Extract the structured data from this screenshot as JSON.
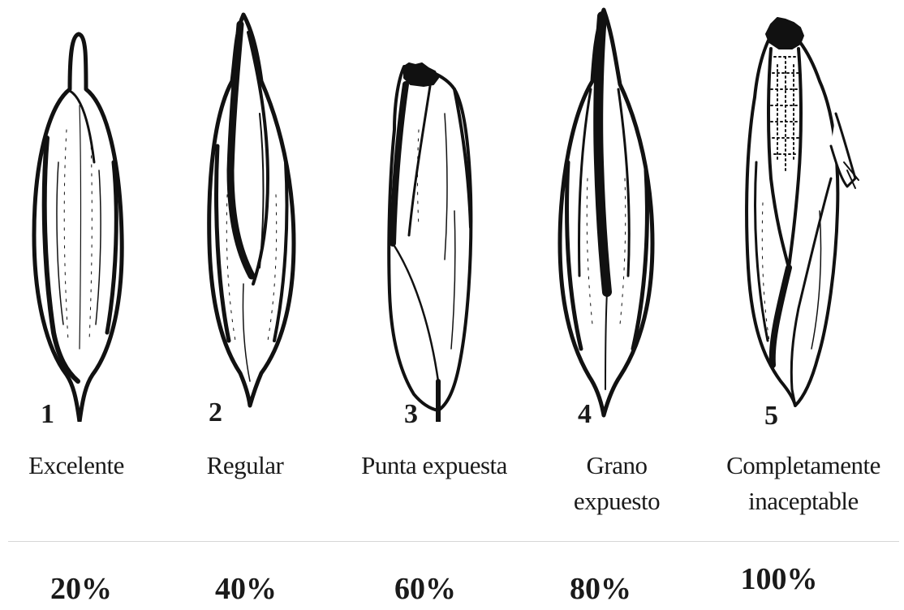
{
  "grades": [
    {
      "number": "1",
      "label_lines": [
        "Excelente"
      ],
      "percent": "20%",
      "icon": "grain-closed-hull-icon"
    },
    {
      "number": "2",
      "label_lines": [
        "Regular"
      ],
      "percent": "40%",
      "icon": "grain-slightly-open-icon"
    },
    {
      "number": "3",
      "label_lines": [
        "Punta expuesta"
      ],
      "percent": "60%",
      "icon": "grain-tip-exposed-icon"
    },
    {
      "number": "4",
      "label_lines": [
        "Grano",
        "expuesto"
      ],
      "percent": "80%",
      "icon": "grain-kernel-exposed-icon"
    },
    {
      "number": "5",
      "label_lines": [
        "Completamente",
        "inaceptable"
      ],
      "percent": "100%",
      "icon": "grain-fully-open-icon"
    }
  ]
}
